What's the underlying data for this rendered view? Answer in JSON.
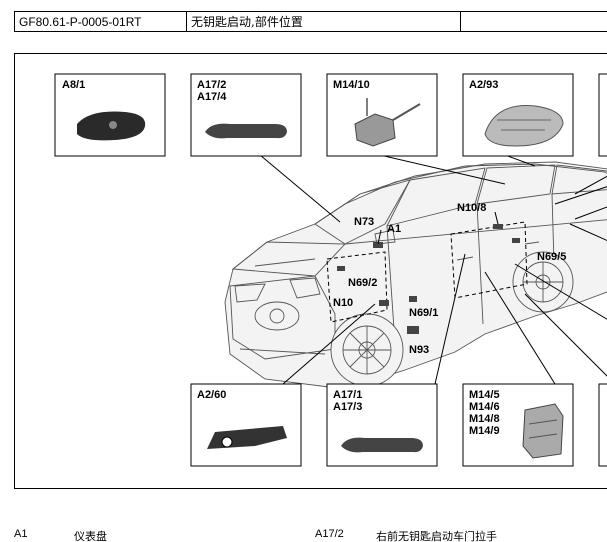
{
  "header": {
    "doc_id": "GF80.61-P-0005-01RT",
    "doc_title": "无钥匙启动,部件位置",
    "third_cell": ""
  },
  "callouts": {
    "a8_1": "A8/1",
    "a17_2": "A17/2",
    "a17_4": "A17/4",
    "m14_10": "M14/10",
    "a2_93": "A2/93",
    "a2_60": "A2/60",
    "a17_1": "A17/1",
    "a17_3": "A17/3",
    "m14_5": "M14/5",
    "m14_6": "M14/6",
    "m14_8": "M14/8",
    "m14_9": "M14/9"
  },
  "car_labels": {
    "n73": "N73",
    "a1": "A1",
    "n10_8": "N10/8",
    "n69_5": "N69/5",
    "n69_2": "N69/2",
    "n10": "N10",
    "n69_1": "N69/1",
    "n93": "N93"
  },
  "legend": [
    {
      "code": "A1",
      "desc": "仪表盘"
    },
    {
      "code": "A17/2",
      "desc": "右前无钥匙启动车门拉手"
    }
  ]
}
